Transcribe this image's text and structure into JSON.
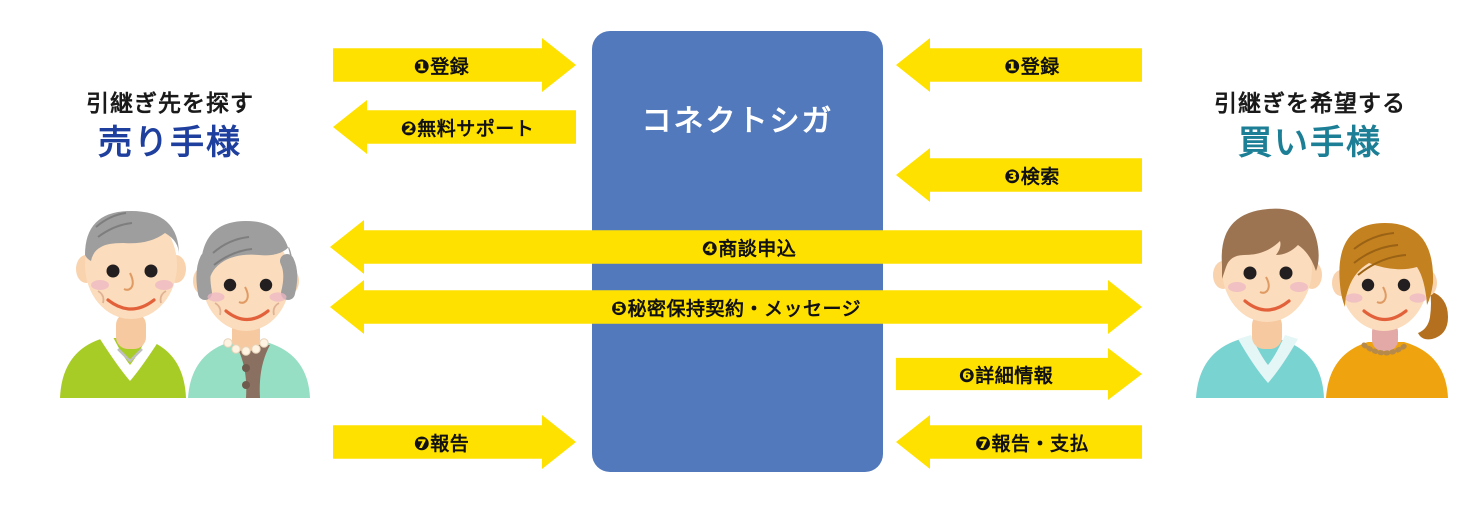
{
  "hub": {
    "name": "コネクトシガ",
    "color": "#5179BC"
  },
  "colors": {
    "arrow": "#FFE100",
    "seller_text": "#1F3F9E",
    "buyer_text": "#1C7F96",
    "hub": "#5179BC"
  },
  "seller": {
    "sub": "引継ぎ先を探す",
    "main": "売り手様",
    "illustration": "elderly-couple"
  },
  "buyer": {
    "sub": "引継ぎを希望する",
    "main": "買い手様",
    "illustration": "young-couple"
  },
  "flows": [
    {
      "id": "arrow-1-left",
      "label": "❶登録",
      "direction": "right",
      "side": "seller",
      "step": 1
    },
    {
      "id": "arrow-2-left",
      "label": "❷無料サポート",
      "direction": "left",
      "side": "seller",
      "step": 2
    },
    {
      "id": "arrow-1-right",
      "label": "❶登録",
      "direction": "left",
      "side": "buyer",
      "step": 1
    },
    {
      "id": "arrow-3-right",
      "label": "❸検索",
      "direction": "left",
      "side": "buyer",
      "step": 3
    },
    {
      "id": "arrow-4-long",
      "label": "❹商談申込",
      "direction": "left-flat",
      "side": "both",
      "step": 4
    },
    {
      "id": "arrow-5-long",
      "label": "❺秘密保持契約・メッセージ",
      "direction": "both",
      "side": "both",
      "step": 5
    },
    {
      "id": "arrow-6-right",
      "label": "❻詳細情報",
      "direction": "right",
      "side": "buyer",
      "step": 6
    },
    {
      "id": "arrow-7-left",
      "label": "❼報告",
      "direction": "right",
      "side": "seller",
      "step": 7
    },
    {
      "id": "arrow-7-right",
      "label": "❼報告・支払",
      "direction": "left",
      "side": "buyer",
      "step": 7
    }
  ]
}
